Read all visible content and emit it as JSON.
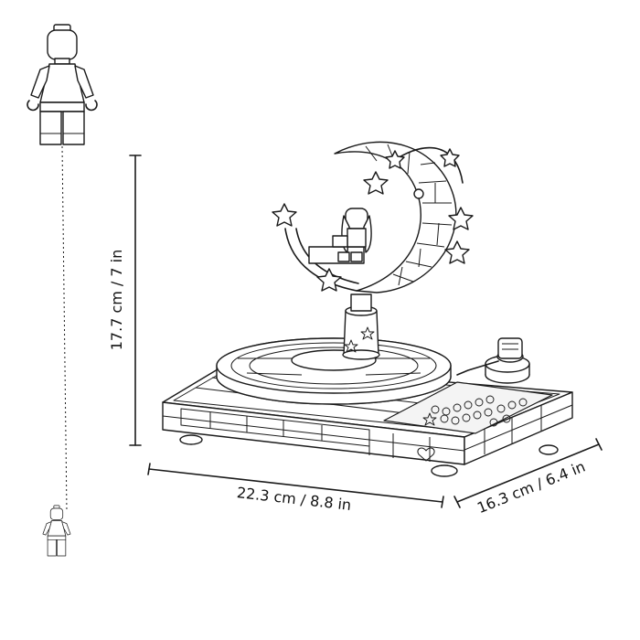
{
  "dimensions": {
    "height": "17.7 cm / 7 in",
    "width": "22.3 cm / 8.8 in",
    "depth": "16.3 cm / 6.4 in"
  }
}
